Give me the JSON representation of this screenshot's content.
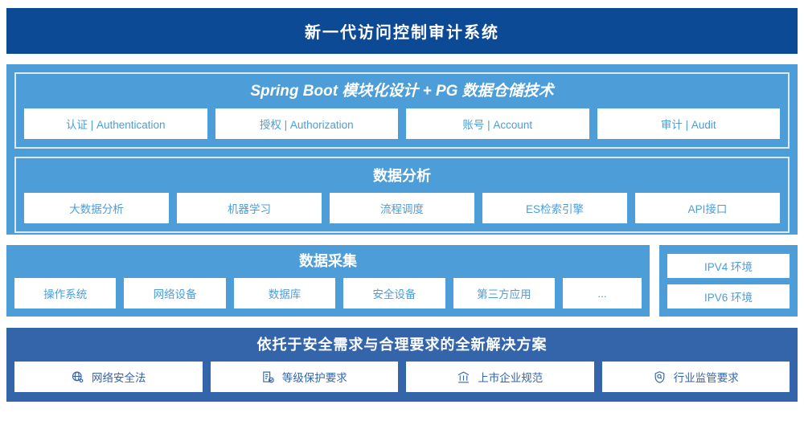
{
  "header": {
    "title": "新一代访问控制审计系统",
    "background_color": "#0d4a96"
  },
  "colors": {
    "panel_blue": "#4d9dd8",
    "panel_dark_blue": "#3465ab",
    "chip_background": "#ffffff",
    "inner_border": "#dce9f5"
  },
  "sections": {
    "platform": {
      "title": "Spring Boot 模块化设计 + PG 数据仓储技术",
      "chips": [
        {
          "label": "认证 | Authentication"
        },
        {
          "label": "授权 | Authorization"
        },
        {
          "label": "账号 | Account"
        },
        {
          "label": "审计 | Audit"
        }
      ]
    },
    "analysis": {
      "title": "数据分析",
      "chips": [
        {
          "label": "大数据分析"
        },
        {
          "label": "机器学习"
        },
        {
          "label": "流程调度"
        },
        {
          "label": "ES检索引擎"
        },
        {
          "label": "API接口"
        }
      ]
    },
    "collection": {
      "title": "数据采集",
      "chips": [
        {
          "label": "操作系统"
        },
        {
          "label": "网络设备"
        },
        {
          "label": "数据库"
        },
        {
          "label": "安全设备"
        },
        {
          "label": "第三方应用"
        },
        {
          "label": "..."
        }
      ]
    },
    "environment": {
      "chips": [
        {
          "label": "IPV4 环境"
        },
        {
          "label": "IPV6 环境"
        }
      ]
    },
    "compliance": {
      "title": "依托于安全需求与合理要求的全新解决方案",
      "chips": [
        {
          "label": "网络安全法",
          "icon": "globe-icon"
        },
        {
          "label": "等级保护要求",
          "icon": "document-check-icon"
        },
        {
          "label": "上市企业规范",
          "icon": "bank-icon"
        },
        {
          "label": "行业监管要求",
          "icon": "shield-search-icon"
        }
      ]
    }
  }
}
